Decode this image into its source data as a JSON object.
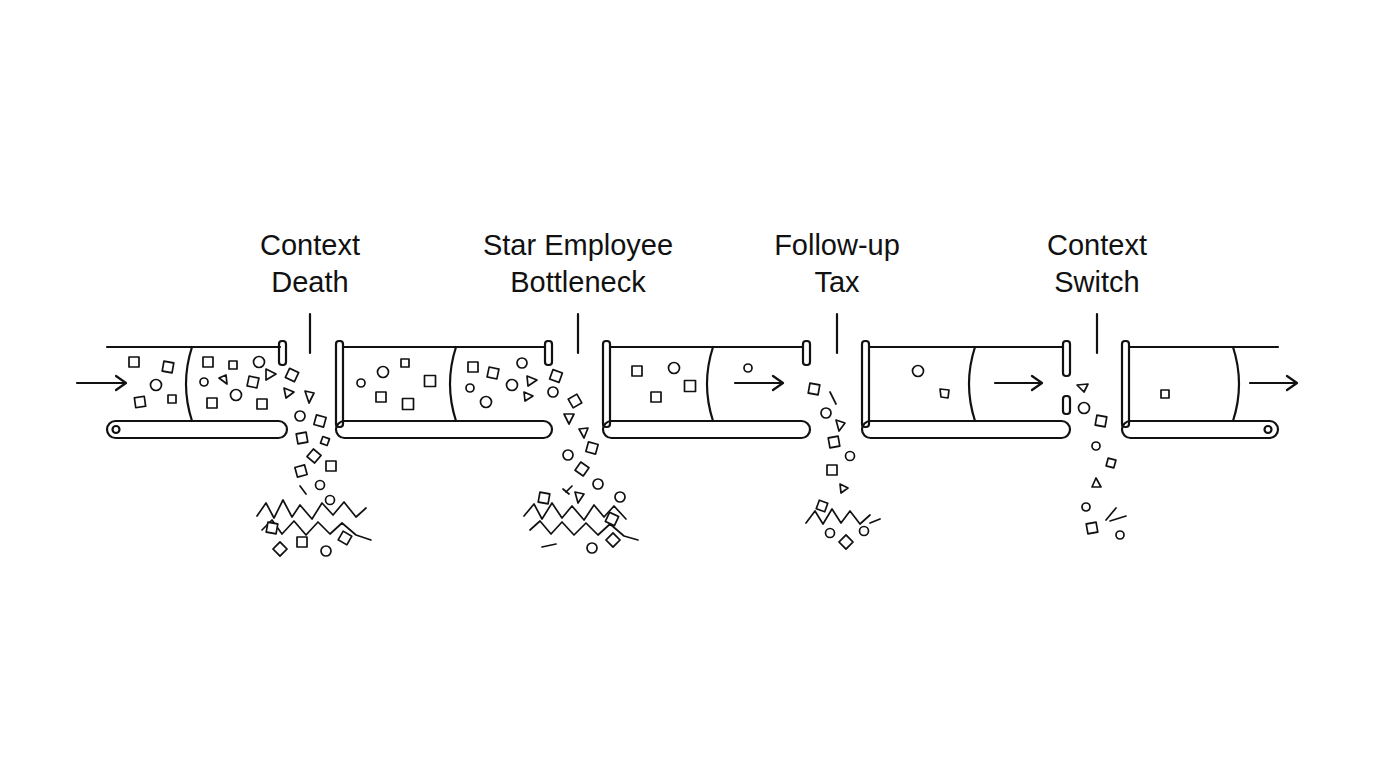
{
  "diagram": {
    "labels": [
      "Context Death",
      "Star Employee Bottleneck",
      "Follow-up Tax",
      "Context Switch"
    ]
  }
}
